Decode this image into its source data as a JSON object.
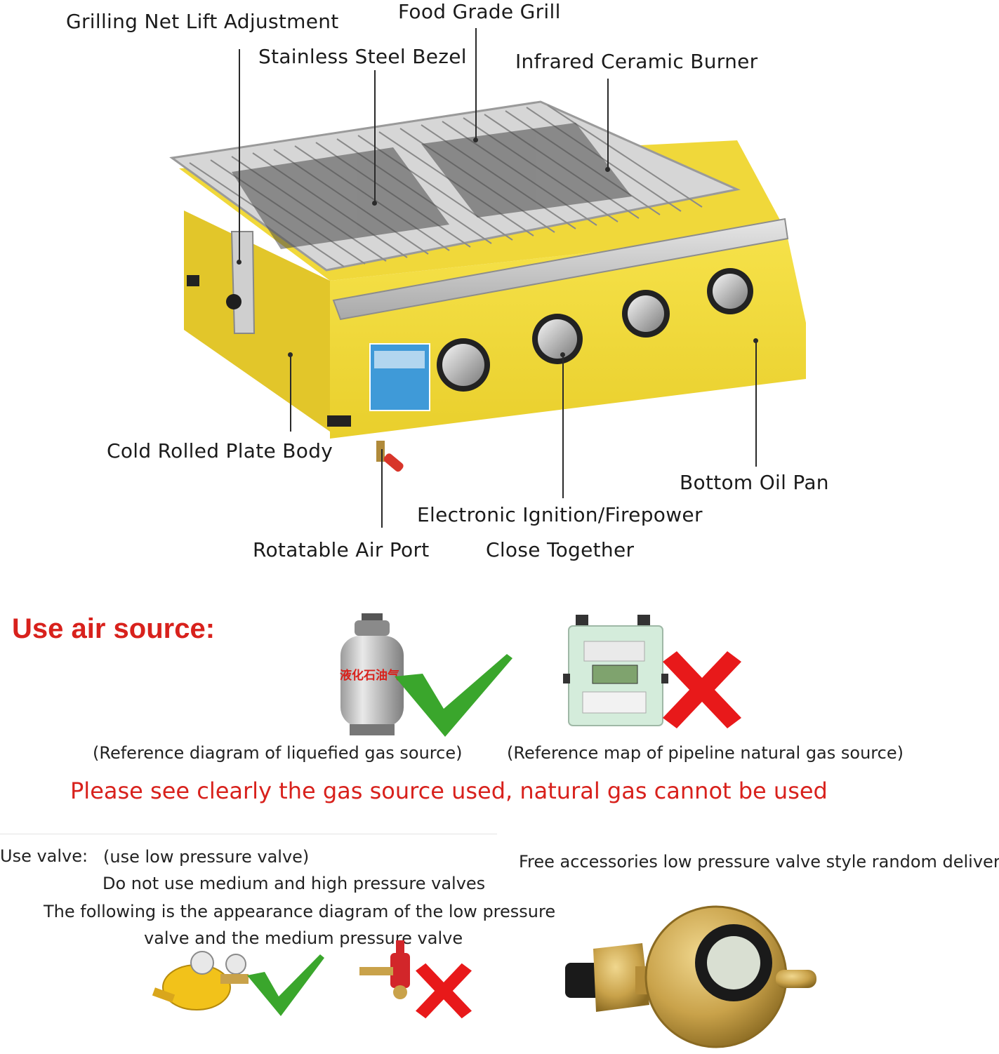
{
  "callouts": {
    "grilling_net": "Grilling Net Lift Adjustment",
    "food_grade": "Food Grade Grill",
    "stainless": "Stainless Steel Bezel",
    "infrared": "Infrared Ceramic Burner",
    "cold_rolled": "Cold Rolled Plate Body",
    "bottom_oil": "Bottom Oil Pan",
    "ignition_line1": "Electronic Ignition/Firepower",
    "ignition_line2": "Close Together",
    "air_port": "Rotatable Air Port"
  },
  "air_source": {
    "heading": "Use air source:",
    "lpg_caption": "(Reference diagram of liquefied gas source)",
    "pipeline_caption": "(Reference map of pipeline natural gas source)",
    "tank_label": "液化石油气",
    "warning": "Please see clearly the gas source used, natural gas cannot be used"
  },
  "valve": {
    "label": "Use valve:",
    "low_pressure": "(use low pressure valve)",
    "no_medium_high": "Do not use medium and high pressure valves",
    "appearance_line1": "The following is the appearance diagram of the low pressure",
    "appearance_line2": "valve and the medium pressure valve",
    "free_accessories": "Free accessories low pressure valve style random deliver"
  },
  "colors": {
    "body_yellow": "#f3dc3a",
    "warning_red": "#d8211c",
    "check_green": "#3aa62c",
    "cross_red": "#e8191a",
    "brass": "#c9a24a"
  },
  "icons": [
    "check-icon",
    "cross-icon"
  ]
}
